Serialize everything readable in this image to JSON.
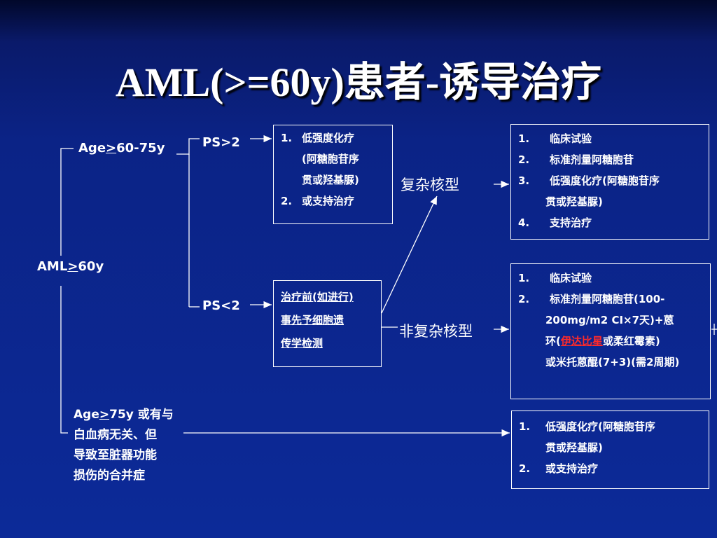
{
  "title": "AML(>=60y)患者-诱导治疗",
  "nodes": {
    "aml_root": {
      "prefix": "AML",
      "ge": ">",
      "suffix": "60y"
    },
    "age_60_75": {
      "prefix": "Age",
      "ge": ">",
      "suffix": "60-75y"
    },
    "ps_gt2": "PS>2",
    "ps_lt2": "PS<2",
    "age_75": {
      "prefix": "Age",
      "ge": ">",
      "suffix": "75y 或有与",
      "lines": [
        "白血病无关、但",
        "导致至脏器功能",
        "损伤的合并症"
      ]
    },
    "complex": "复杂核型",
    "non_complex": "非复杂核型"
  },
  "box_ps_gt2": {
    "items": [
      {
        "n": "1.",
        "lines": [
          "低强度化疗",
          "(阿糖胞苷序",
          "贯或羟基脲)"
        ]
      },
      {
        "n": "2.",
        "lines": [
          "或支持治疗"
        ]
      }
    ]
  },
  "box_pretest": {
    "lines": [
      "治疗前(如进行)",
      "事先予细胞遗",
      "传学检测"
    ]
  },
  "box_complex": {
    "items": [
      {
        "n": "1.",
        "lines": [
          "临床试验"
        ]
      },
      {
        "n": "2.",
        "lines": [
          "标准剂量阿糖胞苷"
        ]
      },
      {
        "n": "3.",
        "lines": [
          "低强度化疗(阿糖胞苷序",
          "贯或羟基脲)"
        ]
      },
      {
        "n": "4.",
        "lines": [
          "支持治疗"
        ]
      }
    ]
  },
  "box_noncomplex": {
    "item1": {
      "n": "1.",
      "text": "临床试验"
    },
    "item2": {
      "n": "2.",
      "line1": "标准剂量阿糖胞苷(100-",
      "line2": "200mg/m2 CI×7天)+蒽",
      "line3_pre": "环(",
      "line3_red": "伊达比星",
      "line3_post": "或柔红霉素)",
      "line4": "或米托蒽醌(7+3)(需2周期)"
    }
  },
  "box_age75": {
    "items": [
      {
        "n": "1.",
        "lines": [
          "低强度化疗(阿糖胞苷序",
          "贯或羟基脲)"
        ]
      },
      {
        "n": "2.",
        "lines": [
          "或支持治疗"
        ]
      }
    ]
  },
  "colors": {
    "background": "#0c2a98",
    "line": "#ffffff",
    "highlight": "#ff2a2a"
  }
}
